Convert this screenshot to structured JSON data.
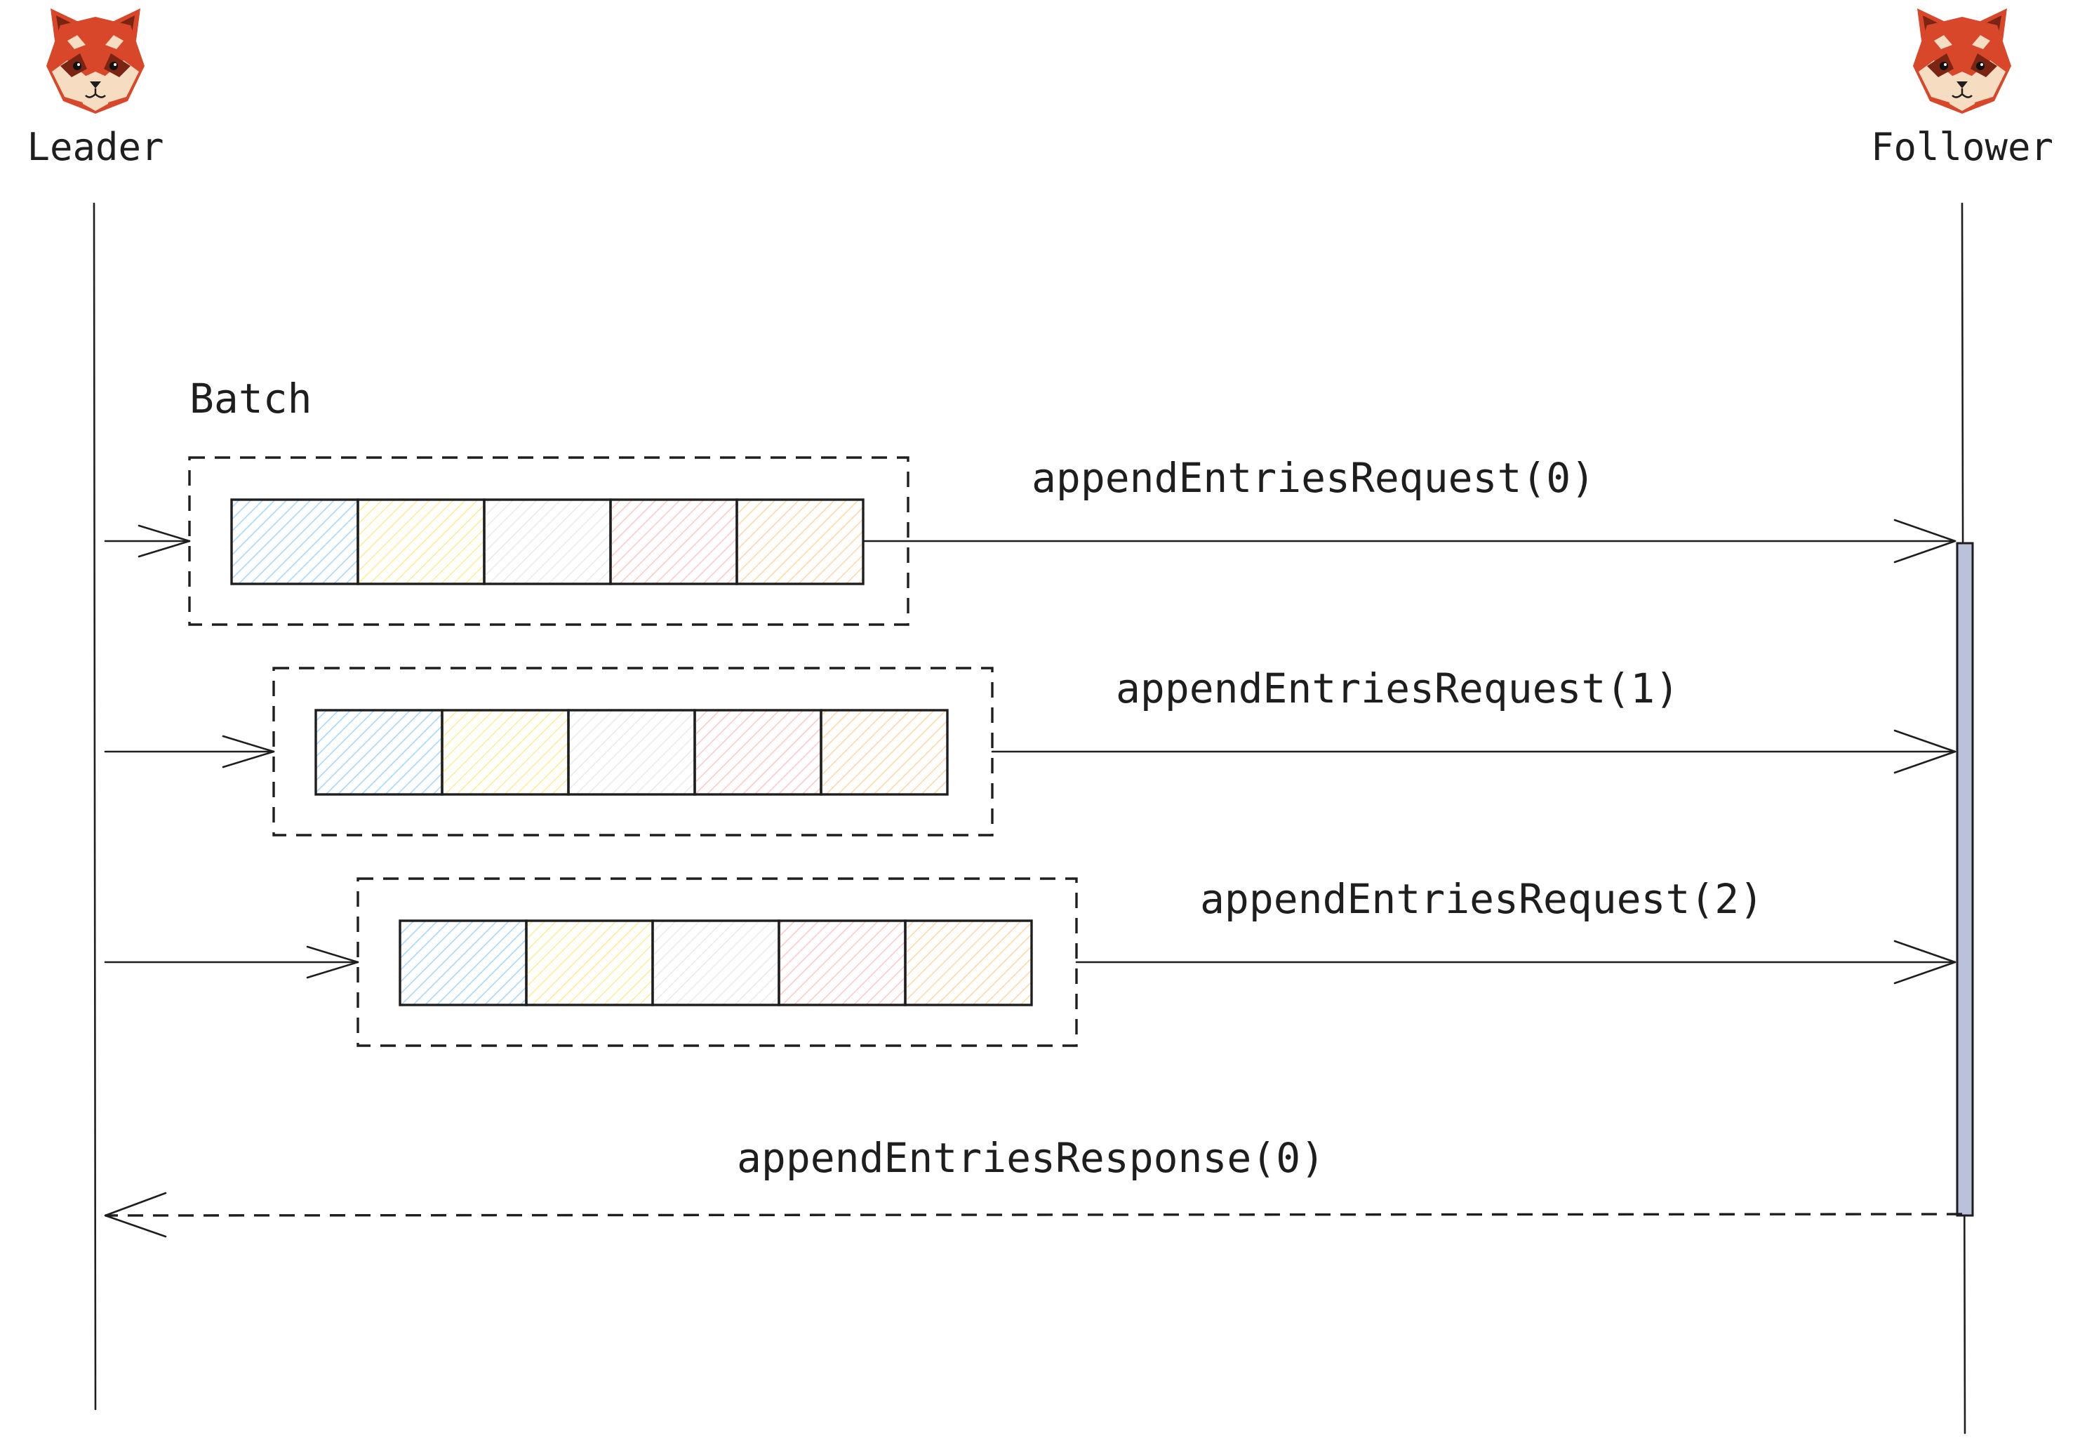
{
  "actors": {
    "leader": {
      "label": "Leader",
      "icon": "red-panda-icon"
    },
    "follower": {
      "label": "Follower",
      "icon": "red-panda-icon"
    }
  },
  "batch_label": "Batch",
  "batches": [
    {
      "request_label": "appendEntriesRequest(0)",
      "entries": 5
    },
    {
      "request_label": "appendEntriesRequest(1)",
      "entries": 5
    },
    {
      "request_label": "appendEntriesRequest(2)",
      "entries": 5
    }
  ],
  "response": {
    "label": "appendEntriesResponse(0)"
  },
  "colors": {
    "entry_fills": [
      "#a5d8ff",
      "#ffec99",
      "#e9ecef",
      "#ffc9c9",
      "#ffd8a8"
    ],
    "activation_bar": "#bac1da",
    "stroke": "#1e1e1e",
    "panda_orange": "#d9472b",
    "panda_dark": "#7a2414",
    "panda_cream": "#f6dcc0"
  }
}
